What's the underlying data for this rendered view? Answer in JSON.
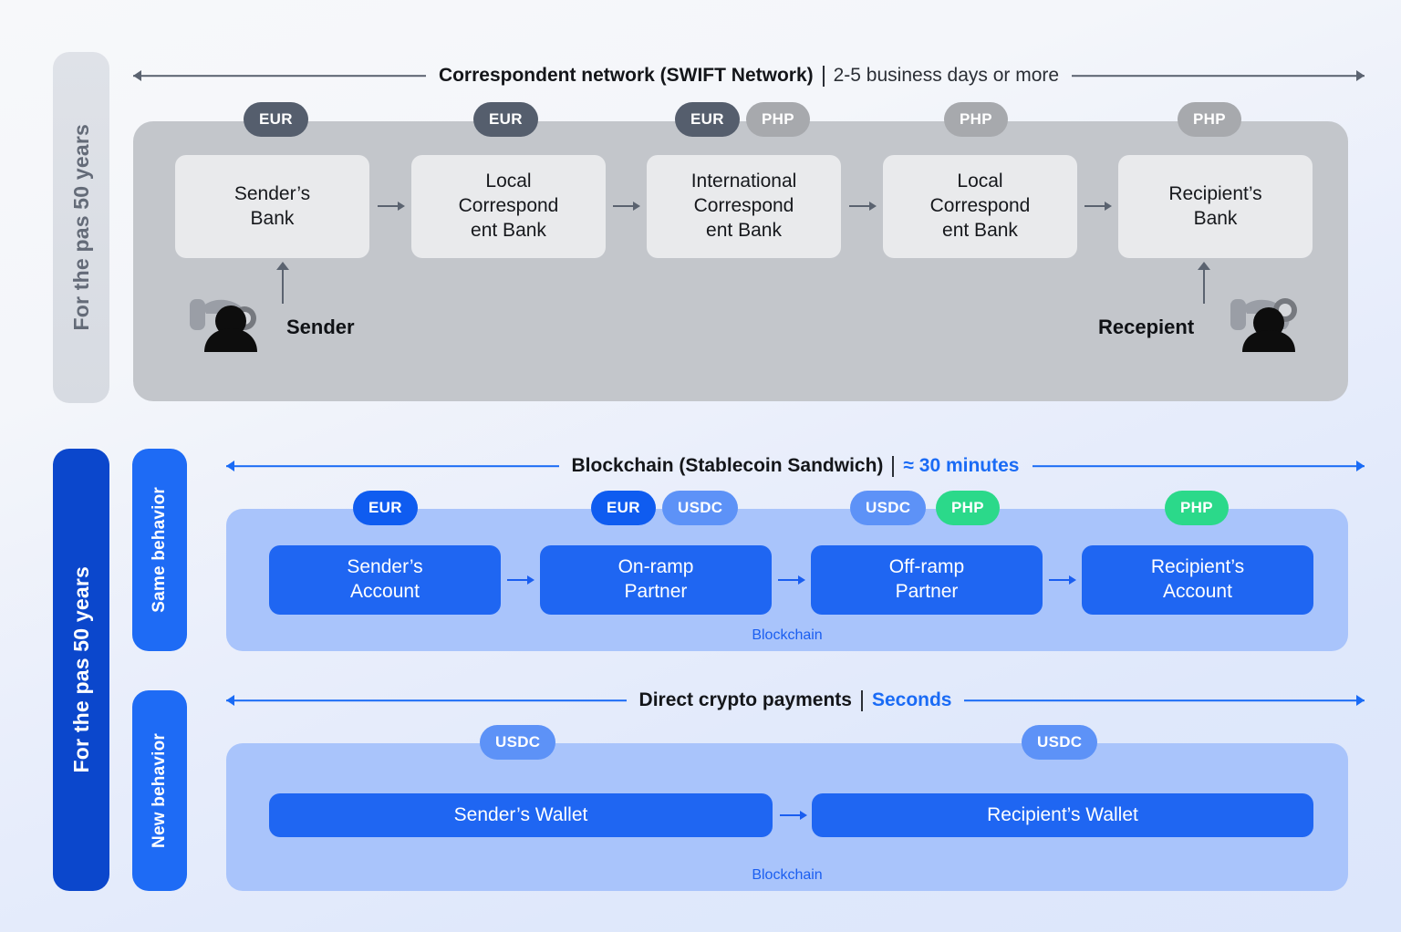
{
  "rails": {
    "legacy": "For the pas 50 years",
    "modern": "For the pas 50 years",
    "same_behavior": "Same behavior",
    "new_behavior": "New behavior"
  },
  "sections": [
    {
      "id": "swift",
      "title": "Correspondent network (SWIFT Network)",
      "timing": "2-5 business days or more",
      "timing_accent": false,
      "nodes": [
        {
          "label": "Sender’s\nBank"
        },
        {
          "label": "Local\nCorrespond\nent Bank"
        },
        {
          "label": "International\nCorrespond\nent Bank"
        },
        {
          "label": "Local\nCorrespond\nent Bank"
        },
        {
          "label": "Recipient’s\nBank"
        }
      ],
      "chips": [
        {
          "text": "EUR",
          "tone": "dark"
        },
        {
          "text": "EUR",
          "tone": "dark"
        },
        {
          "text": "EUR",
          "tone": "dark"
        },
        {
          "text": "PHP",
          "tone": "light"
        },
        {
          "text": "PHP",
          "tone": "light"
        },
        {
          "text": "PHP",
          "tone": "light"
        }
      ],
      "actors": [
        {
          "name": "Sender",
          "icon": "person-with-coin-icon"
        },
        {
          "name": "Recepient",
          "icon": "person-with-coin-icon"
        }
      ]
    },
    {
      "id": "chain",
      "title": "Blockchain (Stablecoin Sandwich)",
      "timing": "≈ 30 minutes",
      "timing_accent": true,
      "caption": "Blockchain",
      "nodes": [
        {
          "label": "Sender’s\nAccount"
        },
        {
          "label": "On-ramp\nPartner"
        },
        {
          "label": "Off-ramp\nPartner"
        },
        {
          "label": "Recipient’s\nAccount"
        }
      ],
      "chips": [
        {
          "text": "EUR",
          "tone": "bblue"
        },
        {
          "text": "EUR",
          "tone": "bblue"
        },
        {
          "text": "USDC",
          "tone": "lblue"
        },
        {
          "text": "USDC",
          "tone": "lblue"
        },
        {
          "text": "PHP",
          "tone": "green"
        },
        {
          "text": "PHP",
          "tone": "green"
        }
      ]
    },
    {
      "id": "direct",
      "title": "Direct crypto payments",
      "timing": "Seconds",
      "timing_accent": true,
      "caption": "Blockchain",
      "nodes": [
        {
          "label": "Sender’s Wallet"
        },
        {
          "label": "Recipient’s Wallet"
        }
      ],
      "chips": [
        {
          "text": "USDC",
          "tone": "lblue"
        },
        {
          "text": "USDC",
          "tone": "lblue"
        }
      ]
    }
  ],
  "colors": {
    "accent_blue": "#1a6bf5",
    "deep_blue": "#0b47cc",
    "node_blue": "#1f66f2",
    "panel_blue": "#a9c4fb",
    "panel_gray": "#c3c6cb",
    "node_gray": "#e9eaec",
    "chip_dark": "#555e6d",
    "chip_light": "#a7a9ad",
    "chip_usdc": "#5d92f7",
    "chip_php_green": "#2bd98a"
  }
}
